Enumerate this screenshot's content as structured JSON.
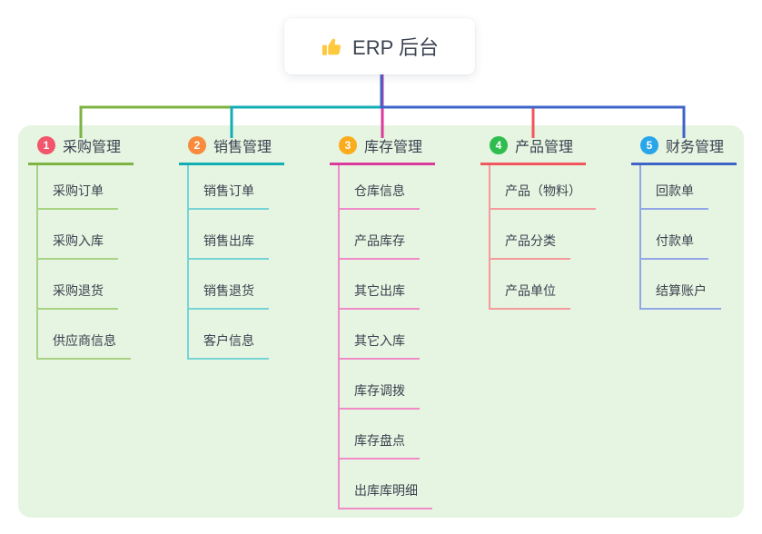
{
  "root": {
    "title": "ERP 后台",
    "icon": "thumbs-up-icon",
    "icon_color": "#FFC83D"
  },
  "panel": {
    "background": "#E6F5E1"
  },
  "text_color": "#3A4150",
  "branches": [
    {
      "number": "1",
      "label": "采购管理",
      "color": "#7CB342",
      "light_color": "#A8D383",
      "badge_color": "#F2566C",
      "children": [
        "采购订单",
        "采购入库",
        "采购退货",
        "供应商信息"
      ]
    },
    {
      "number": "2",
      "label": "销售管理",
      "color": "#12AEB4",
      "light_color": "#76D4D6",
      "badge_color": "#F98B3C",
      "children": [
        "销售订单",
        "销售出库",
        "销售退货",
        "客户信息"
      ]
    },
    {
      "number": "3",
      "label": "库存管理",
      "color": "#DB3A9C",
      "light_color": "#F08AC8",
      "badge_color": "#FBAC1C",
      "children": [
        "仓库信息",
        "产品库存",
        "其它出库",
        "其它入库",
        "库存调拨",
        "库存盘点",
        "出库库明细"
      ]
    },
    {
      "number": "4",
      "label": "产品管理",
      "color": "#F0565C",
      "light_color": "#F59A9D",
      "badge_color": "#2FBD50",
      "children": [
        "产品（物料）",
        "产品分类",
        "产品单位"
      ]
    },
    {
      "number": "5",
      "label": "财务管理",
      "color": "#3E64C8",
      "light_color": "#91A6E8",
      "badge_color": "#29A6EA",
      "children": [
        "回款单",
        "付款单",
        "结算账户"
      ]
    }
  ]
}
